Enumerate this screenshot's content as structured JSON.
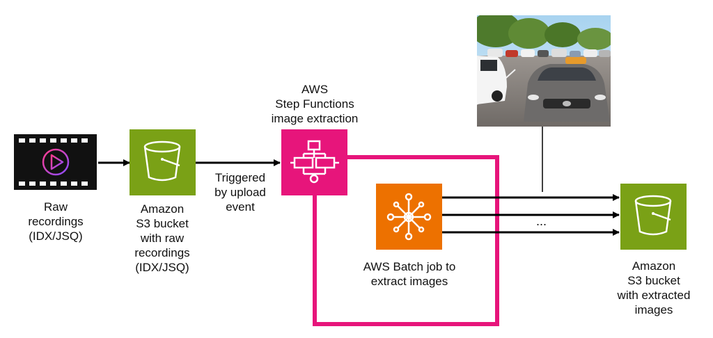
{
  "colors": {
    "s3_green": "#7AA116",
    "step_functions_pink": "#E7157B",
    "batch_orange": "#ED7100",
    "arrow": "#000000",
    "film_bg": "#111111"
  },
  "nodes": {
    "raw_recordings": {
      "label": "Raw\nrecordings\n(IDX/JSQ)",
      "icon": "video-film-icon"
    },
    "s3_raw": {
      "label": "Amazon\nS3 bucket\nwith raw\nrecordings\n(IDX/JSQ)",
      "icon": "s3-bucket-icon"
    },
    "step_functions": {
      "label": "AWS\nStep Functions\nimage extraction",
      "icon": "step-functions-icon"
    },
    "batch_job": {
      "label": "AWS Batch job to\nextract images",
      "icon": "batch-icon"
    },
    "s3_extracted": {
      "label": "Amazon\nS3 bucket\nwith extracted\nimages",
      "icon": "s3-bucket-icon"
    },
    "sample_image": {
      "icon": "parking-lot-photo"
    }
  },
  "edges": {
    "trigger_label": "Triggered\nby upload\nevent",
    "parallel_ellipsis": "..."
  }
}
